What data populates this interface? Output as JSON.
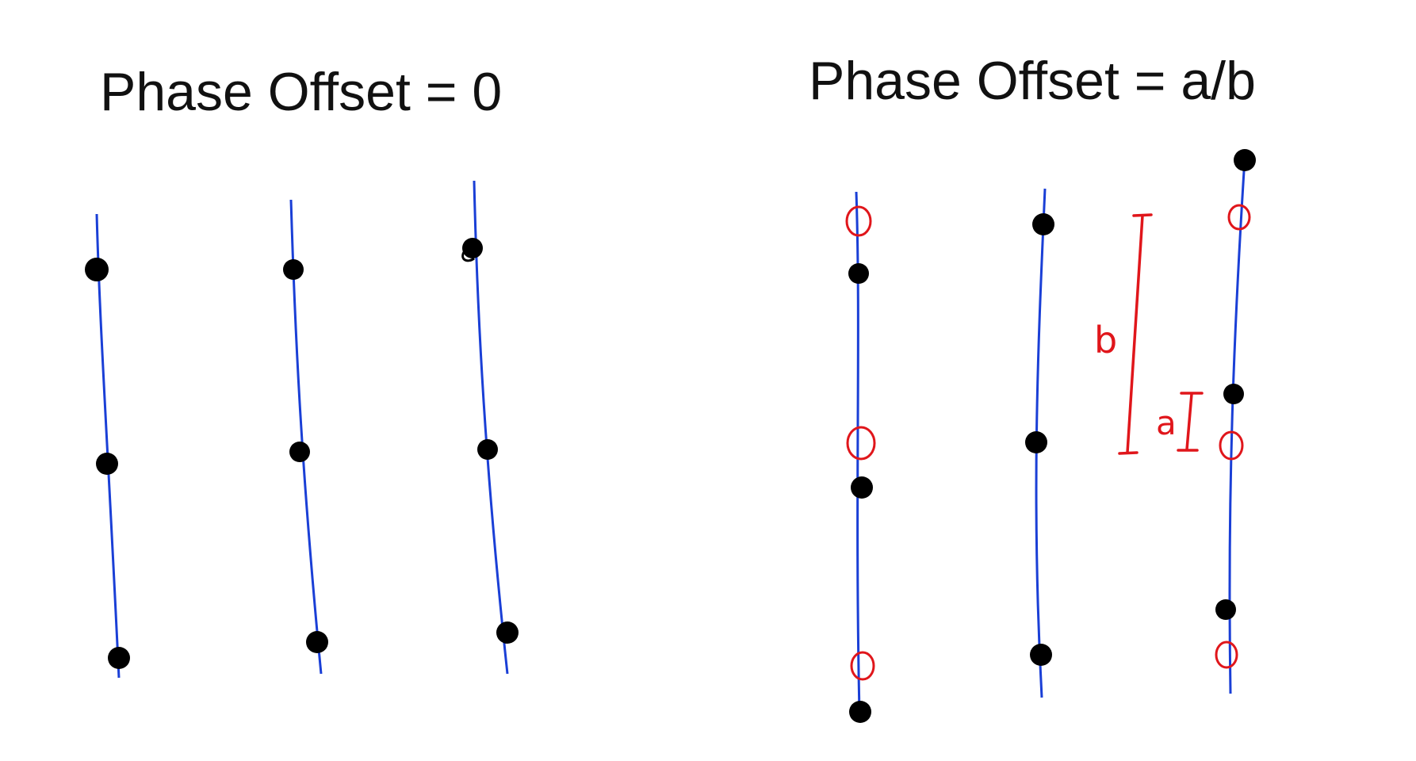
{
  "panels": [
    {
      "title": "Phase Offset = 0",
      "lines": [
        {
          "filled_dots": 3,
          "open_circles": 0
        },
        {
          "filled_dots": 3,
          "open_circles": 0
        },
        {
          "filled_dots": 3,
          "open_circles": 0
        }
      ]
    },
    {
      "title": "Phase Offset = a/b",
      "lines": [
        {
          "filled_dots": 3,
          "open_circles": 3
        },
        {
          "filled_dots": 3,
          "open_circles": 0
        },
        {
          "filled_dots": 3,
          "open_circles": 3
        }
      ],
      "annotations": {
        "period_label": "b",
        "offset_label": "a"
      }
    }
  ],
  "colors": {
    "line": "#1a3fd6",
    "filled_dot": "#000000",
    "open_circle": "#e0161b",
    "annotation": "#e0161b",
    "text": "#111111"
  }
}
